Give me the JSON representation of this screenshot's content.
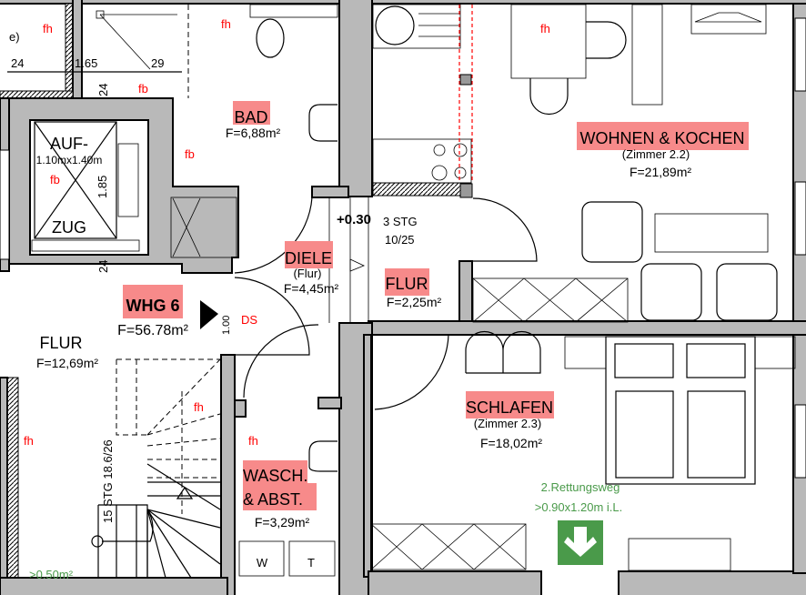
{
  "rooms": {
    "bad": {
      "name": "BAD",
      "area": "F=6,88m²"
    },
    "diele": {
      "name": "DIELE",
      "sub": "(Flur)",
      "area": "F=4,45m²"
    },
    "whg": {
      "name": "WHG 6",
      "area": "F=56.78m²"
    },
    "flur_left": {
      "name": "FLUR",
      "area": "F=12,69m²"
    },
    "flur": {
      "name": "FLUR",
      "area": "F=2,25m²"
    },
    "wohnen": {
      "name": "WOHNEN & KOCHEN",
      "sub": "(Zimmer 2.2)",
      "area": "F=21,89m²"
    },
    "schlafen": {
      "name": "SCHLAFEN",
      "sub": "(Zimmer 2.3)",
      "area": "F=18,02m²"
    },
    "wasch": {
      "line1": "WASCH.",
      "line2": "& ABST.",
      "area": "F=3,29m²"
    }
  },
  "elevator": {
    "up": "AUF-",
    "size": "1.10mx1.40m",
    "depth": "1.85",
    "down": "ZUG"
  },
  "stairs": {
    "small": "+0.30",
    "small_steps": "3 STG",
    "small_ratio": "10/25",
    "main": "15 STG  18.6/26"
  },
  "dimensions": {
    "d1": "24",
    "d2": "1.65",
    "d3": "29",
    "d4": "24",
    "d5": "24",
    "door": "1.00",
    "partial": "e)"
  },
  "markers": {
    "fh": "fh",
    "fb": "fb",
    "ds": "DS"
  },
  "appliances": {
    "washer": "W",
    "dryer": "T"
  },
  "escape": {
    "title": "2.Rettungsweg",
    "size": ">0.90x1.20m i.L.",
    "icon": "arrow-down-icon",
    "color": "#4a9a4a"
  },
  "min_area": ">0.50m²",
  "colors": {
    "highlight": "#f78a8a",
    "marker": "#ff0000",
    "wall": "#b9b9b9"
  }
}
